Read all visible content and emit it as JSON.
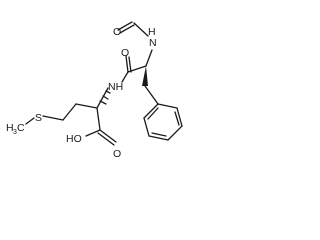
{
  "structure": {
    "labels": {
      "o_formyl": "O",
      "nh_formyl": "N",
      "h_formyl": "H",
      "o_amide": "O",
      "nh_amide": "NH",
      "s": "S",
      "ch3_c": "H",
      "ch3_sub": "3",
      "ch3_c2": "C",
      "ho": "HO",
      "o_acid": "O"
    }
  }
}
